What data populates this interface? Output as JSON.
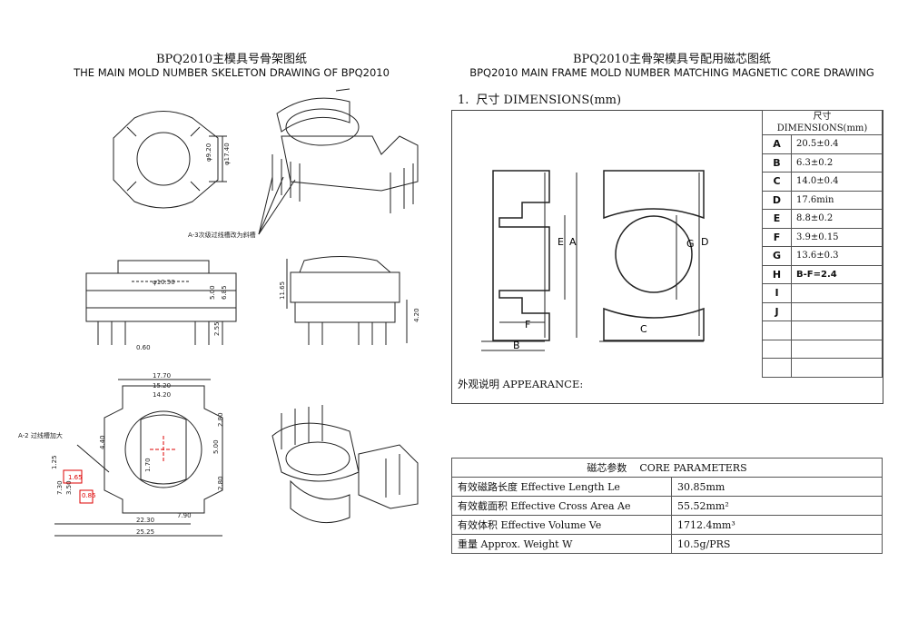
{
  "left": {
    "title_cn": "BPQ2010主模具号骨架图纸",
    "title_en": "THE MAIN MOLD NUMBER SKELETON DRAWING OF BPQ2010",
    "callouts": {
      "phi920": "φ9.20",
      "phi1740": "φ17.40",
      "a3_note": "A-3次级过线槽改为斜槽",
      "d1050": "φ10.50",
      "d500": "5.00",
      "d685": "6.85",
      "d255": "2.55",
      "d060": "0.60",
      "d1165": "11.65",
      "d420": "4.20",
      "d1770": "17.70",
      "d1520": "15.20",
      "d1420": "14.20",
      "d280a": "2.80",
      "d280b": "2.80",
      "d500b": "5.00",
      "d170": "1.70",
      "d440": "4.40",
      "d790": "7.90",
      "d2230": "22.30",
      "d2525": "25.25",
      "d125": "1.25",
      "d730": "7.30",
      "d350": "3.50",
      "red1": "1.65",
      "red2": "0.85",
      "a2_note": "A-2 过线槽加大"
    }
  },
  "right": {
    "title_cn": "BPQ2010主骨架模具号配用磁芯图纸",
    "title_en": "BPQ2010 MAIN FRAME MOLD NUMBER MATCHING MAGNETIC CORE DRAWING",
    "section_number": "1.",
    "section_heading": "尺寸 DIMENSIONS(mm)",
    "appearance": "外观说明 APPEARANCE:",
    "drawing_labels": {
      "A": "A",
      "B": "B",
      "C": "C",
      "D": "D",
      "E": "E",
      "F": "F",
      "G": "G"
    },
    "dim_table": {
      "header_cn": "尺寸",
      "header_en": "DIMENSIONS(mm)",
      "rows": [
        {
          "k": "A",
          "v": "20.5±0.4"
        },
        {
          "k": "B",
          "v": "6.3±0.2"
        },
        {
          "k": "C",
          "v": "14.0±0.4"
        },
        {
          "k": "D",
          "v": "17.6min"
        },
        {
          "k": "E",
          "v": "8.8±0.2"
        },
        {
          "k": "F",
          "v": "3.9±0.15"
        },
        {
          "k": "G",
          "v": "13.6±0.3"
        },
        {
          "k": "H",
          "v": "B-F=2.4"
        },
        {
          "k": "I",
          "v": ""
        },
        {
          "k": "J",
          "v": ""
        },
        {
          "k": "",
          "v": ""
        },
        {
          "k": "",
          "v": ""
        },
        {
          "k": "",
          "v": ""
        }
      ]
    },
    "core_params": {
      "header_cn": "磁芯参数",
      "header_en": "CORE PARAMETERS",
      "rows": [
        {
          "label": "有效磁路长度 Effective Length  Le",
          "value": "30.85mm"
        },
        {
          "label": "有效截面积 Effective Cross Area Ae",
          "value": "55.52mm²"
        },
        {
          "label": "有效体积 Effective Volume Ve",
          "value": "1712.4mm³"
        },
        {
          "label": "重量 Approx. Weight W",
          "value": "10.5g/PRS"
        }
      ]
    }
  }
}
